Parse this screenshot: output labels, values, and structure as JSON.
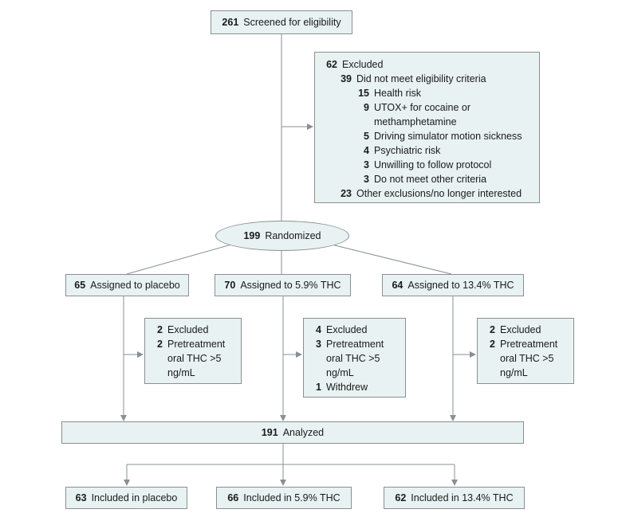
{
  "screened": {
    "count": "261",
    "label": "Screened for eligibility"
  },
  "excluded_main": {
    "count": "62",
    "label": "Excluded",
    "eligibility": {
      "count": "39",
      "label": "Did not meet eligibility criteria"
    },
    "reasons": [
      {
        "count": "15",
        "label": "Health risk"
      },
      {
        "count": "9",
        "label": "UTOX+ for cocaine or methamphetamine"
      },
      {
        "count": "5",
        "label": "Driving simulator motion sickness"
      },
      {
        "count": "4",
        "label": "Psychiatric risk"
      },
      {
        "count": "3",
        "label": "Unwilling to follow protocol"
      },
      {
        "count": "3",
        "label": "Do not meet other criteria"
      }
    ],
    "other": {
      "count": "23",
      "label": "Other exclusions/no longer interested"
    }
  },
  "randomized": {
    "count": "199",
    "label": "Randomized"
  },
  "arms": [
    {
      "assigned": {
        "count": "65",
        "label": "Assigned to placebo"
      },
      "excluded": {
        "count": "2",
        "label": "Excluded",
        "items": [
          {
            "count": "2",
            "label": "Pretreatment oral THC >5 ng/mL"
          }
        ]
      },
      "included": {
        "count": "63",
        "label": "Included in placebo"
      }
    },
    {
      "assigned": {
        "count": "70",
        "label": "Assigned to 5.9% THC"
      },
      "excluded": {
        "count": "4",
        "label": "Excluded",
        "items": [
          {
            "count": "3",
            "label": "Pretreatment oral THC >5 ng/mL"
          },
          {
            "count": "1",
            "label": "Withdrew"
          }
        ]
      },
      "included": {
        "count": "66",
        "label": "Included in 5.9% THC"
      }
    },
    {
      "assigned": {
        "count": "64",
        "label": "Assigned to 13.4% THC"
      },
      "excluded": {
        "count": "2",
        "label": "Excluded",
        "items": [
          {
            "count": "2",
            "label": "Pretreatment oral THC >5 ng/mL"
          }
        ]
      },
      "included": {
        "count": "62",
        "label": "Included in 13.4% THC"
      }
    }
  ],
  "analyzed": {
    "count": "191",
    "label": "Analyzed"
  },
  "colors": {
    "box_fill": "#e8f2f2",
    "box_border": "#8a8f93",
    "line": "#8a8f93"
  }
}
